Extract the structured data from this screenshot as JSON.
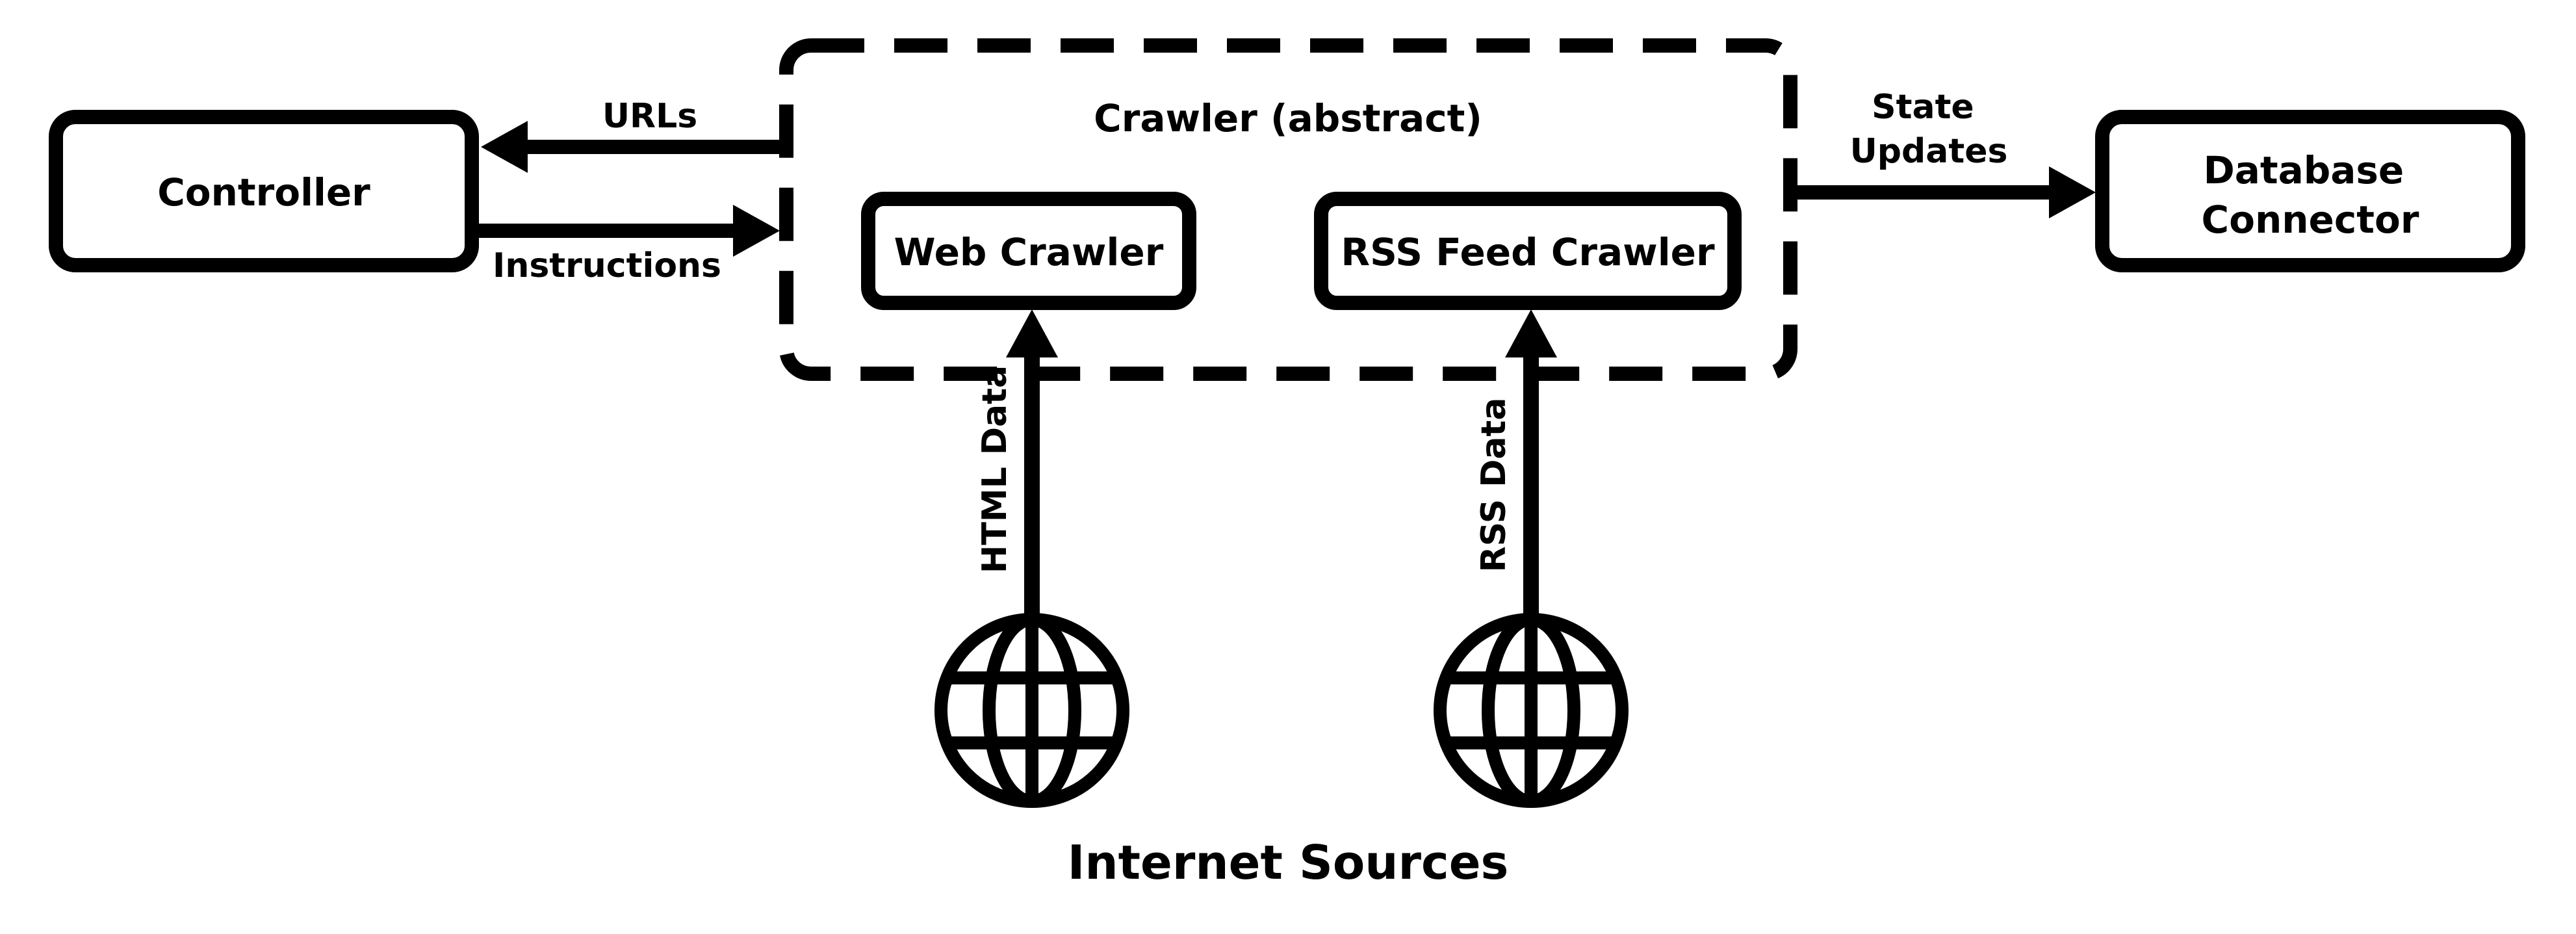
{
  "nodes": {
    "controller": "Controller",
    "crawler_group": "Crawler (abstract)",
    "web_crawler": "Web Crawler",
    "rss_crawler": "RSS Feed Crawler",
    "database_connector": [
      "Database",
      "Connector"
    ],
    "internet_sources": "Internet Sources"
  },
  "edges": {
    "urls": "URLs",
    "instructions": "Instructions",
    "state_updates": [
      "State",
      "Updates"
    ],
    "html_data": "HTML Data",
    "rss_data": "RSS Data"
  },
  "icons": {
    "source_1": "globe-icon",
    "source_2": "globe-icon"
  },
  "colors": {
    "stroke": "#000000",
    "background": "#ffffff"
  }
}
